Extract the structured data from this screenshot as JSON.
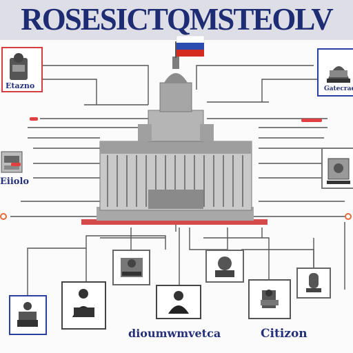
{
  "banner": {
    "title": "ROSESICTQMSTEOLV"
  },
  "labels": {
    "top_left": "Etazno",
    "top_right": "Gatecrae",
    "mid_left": "Eiiolo",
    "bottom_center": "dioumwmvetca",
    "bottom_right": "Citizon"
  },
  "colors": {
    "banner_text": "#1e2d73",
    "banner_bg": "#dedfe6",
    "red_accent": "#d83c3c",
    "blue_accent": "#2b3fa0",
    "flag": [
      "#ffffff",
      "#2a4bb0",
      "#d52b1e"
    ]
  },
  "icons": [
    "person-icon",
    "robot-icon",
    "printer-icon",
    "machine-icon",
    "camera-icon",
    "microphone-icon",
    "building-icon",
    "flag-icon"
  ]
}
